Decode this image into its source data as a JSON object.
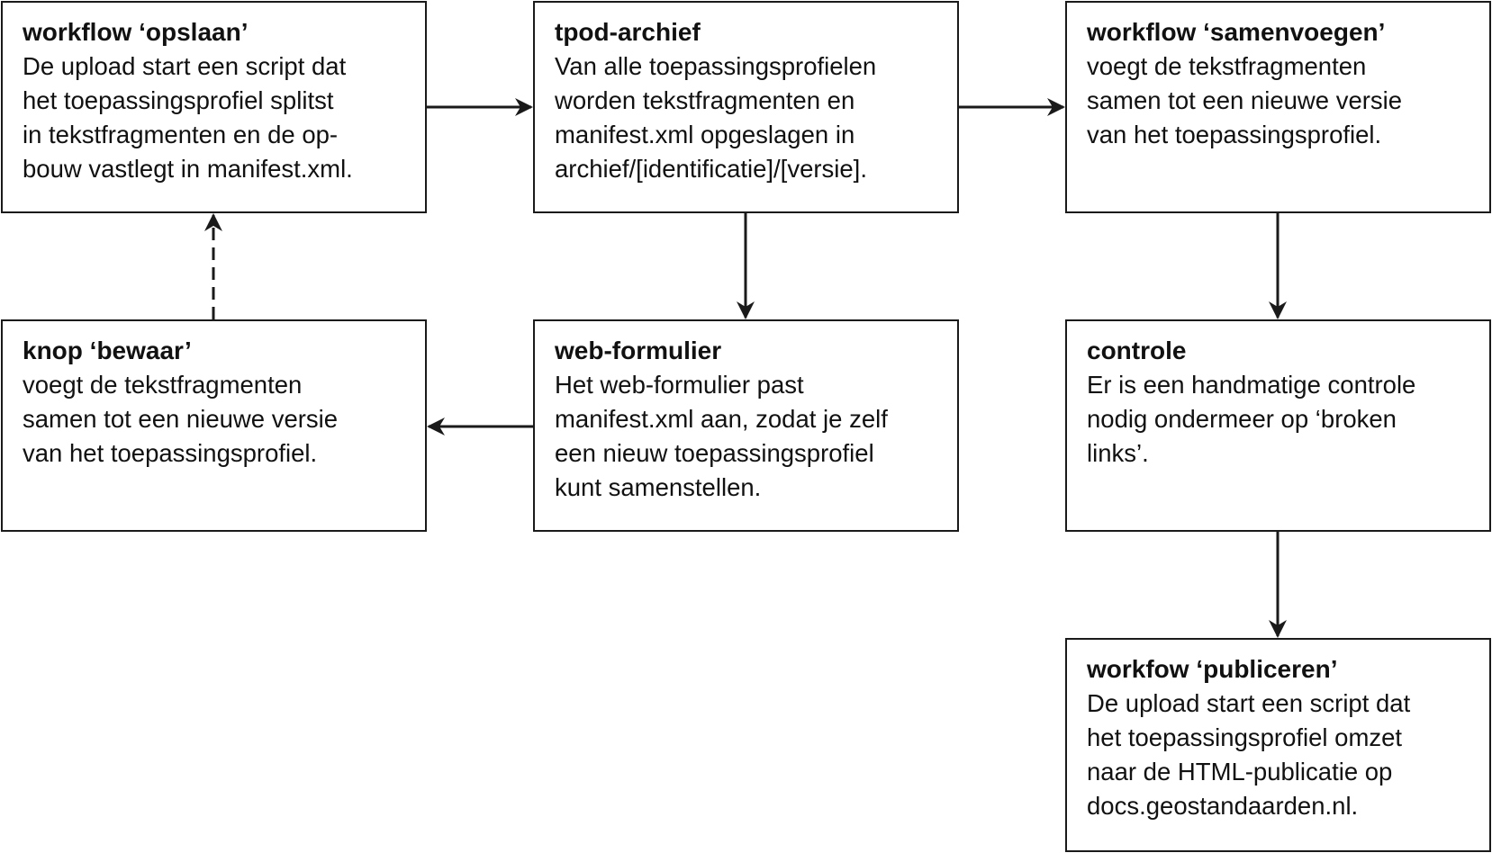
{
  "boxes": {
    "opslaan": {
      "title": "workflow ‘opslaan’",
      "body": "De upload start een script dat\nhet toepassingsprofiel splitst\nin tekstfragmenten en de op-\nbouw vastlegt in manifest.xml."
    },
    "archief": {
      "title": "tpod-archief",
      "body": "Van alle toepassingsprofielen\nworden tekstfragmenten en\nmanifest.xml opgeslagen in\narchief/[identificatie]/[versie]."
    },
    "samenvoegen": {
      "title": "workflow ‘samenvoegen’",
      "body": "voegt de tekstfragmenten\nsamen tot een nieuwe versie\nvan het toepassingsprofiel."
    },
    "bewaar": {
      "title": "knop ‘bewaar’",
      "body": "voegt de tekstfragmenten\nsamen tot een nieuwe versie\nvan het toepassingsprofiel."
    },
    "formulier": {
      "title": "web-formulier",
      "body": "Het web-formulier past\nmanifest.xml aan, zodat je zelf\neen nieuw toepassingsprofiel\nkunt samenstellen."
    },
    "controle": {
      "title": "controle",
      "body": "Er is een handmatige controle\nnodig ondermeer op ‘broken\nlinks’."
    },
    "publiceren": {
      "title": "workfow ‘publiceren’",
      "body": "De upload start een script dat\nhet toepassingsprofiel omzet\nnaar de HTML-publicatie op\ndocs.geostandaarden.nl."
    }
  },
  "edges": [
    {
      "from": "opslaan",
      "to": "archief",
      "style": "solid"
    },
    {
      "from": "archief",
      "to": "samenvoegen",
      "style": "solid"
    },
    {
      "from": "archief",
      "to": "formulier",
      "style": "solid"
    },
    {
      "from": "formulier",
      "to": "bewaar",
      "style": "solid"
    },
    {
      "from": "bewaar",
      "to": "opslaan",
      "style": "dashed"
    },
    {
      "from": "samenvoegen",
      "to": "controle",
      "style": "solid"
    },
    {
      "from": "controle",
      "to": "publiceren",
      "style": "solid"
    }
  ],
  "colors": {
    "stroke": "#1a1a1a",
    "background": "#ffffff"
  }
}
